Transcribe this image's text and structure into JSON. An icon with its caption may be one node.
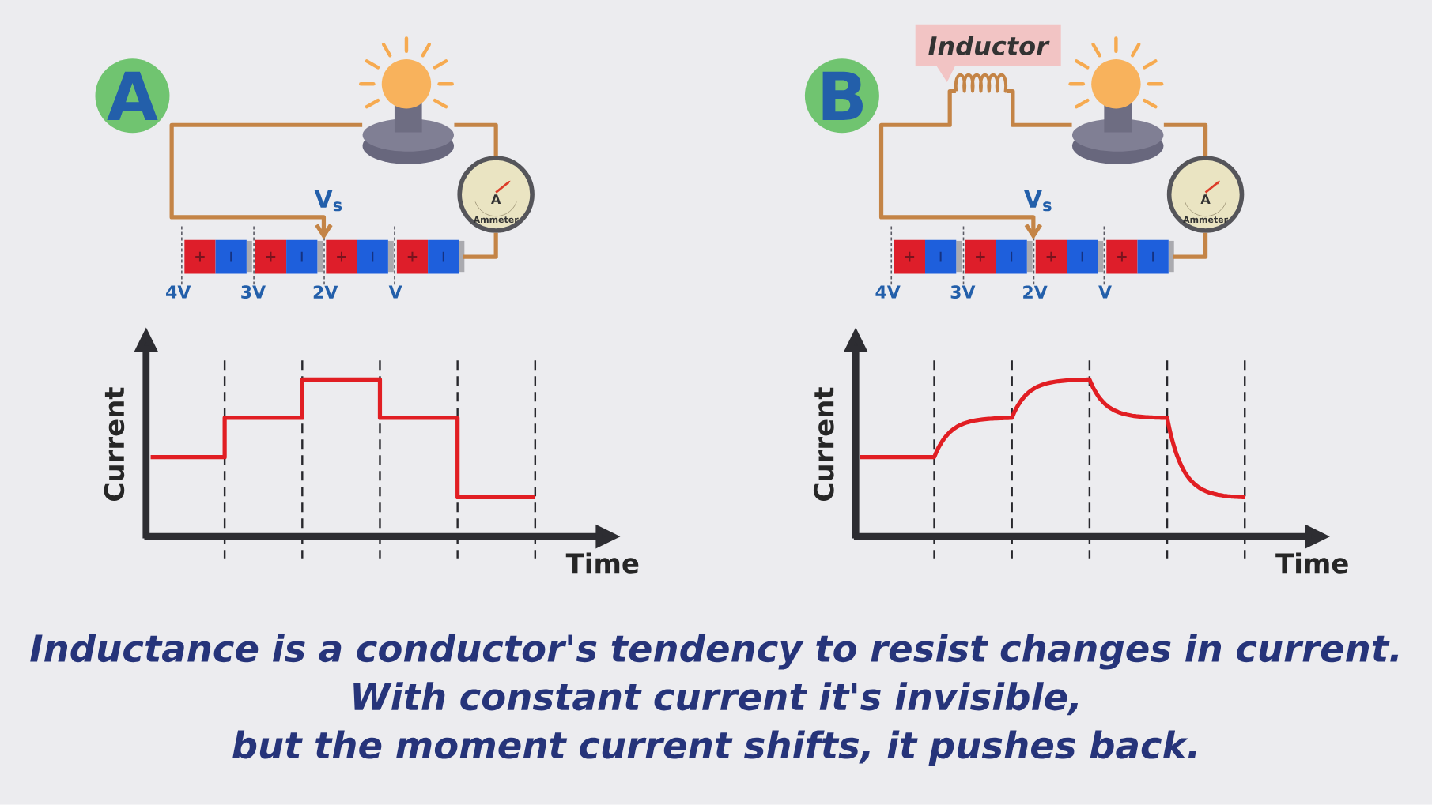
{
  "diagram": {
    "caption": "Inductance is a conductor's tendency to resist changes in current. With constant current it's invisible, but the moment current shifts, it pushes back.",
    "nodes": [
      {
        "text": [
          "A"
        ]
      },
      {
        "text": [],
        "shape": "picture"
      },
      {
        "text": [
          "A",
          "Ammeter"
        ]
      },
      {
        "text": [],
        "shape": "picture"
      },
      {
        "text": [
          "B"
        ]
      },
      {
        "text": [
          "Inductor"
        ]
      },
      {
        "text": [],
        "shape": "picture"
      },
      {
        "text": [],
        "shape": "picture"
      },
      {
        "text": [
          "A",
          "Ammeter"
        ]
      },
      {
        "text": [],
        "shape": "picture"
      }
    ],
    "edges": [
      {
        "from": 1,
        "to": 3,
        "arrow": "to"
      },
      {
        "from": 1,
        "to": 2,
        "arrow": "none"
      },
      {
        "from": 2,
        "to": 3,
        "arrow": "none"
      },
      {
        "from": 6,
        "to": 9,
        "arrow": "to"
      },
      {
        "from": 6,
        "to": 7,
        "arrow": "none"
      },
      {
        "from": 7,
        "to": 8,
        "arrow": "none"
      },
      {
        "from": 8,
        "to": 9,
        "arrow": "none"
      }
    ],
    "labels": [
      "V$_{s}$",
      "4V",
      "3V",
      "2V",
      "V",
      "V$_{s}$",
      "4V",
      "3V",
      "2V",
      "V",
      "Current",
      "Time",
      "Current",
      "Time"
    ]
  }
}
